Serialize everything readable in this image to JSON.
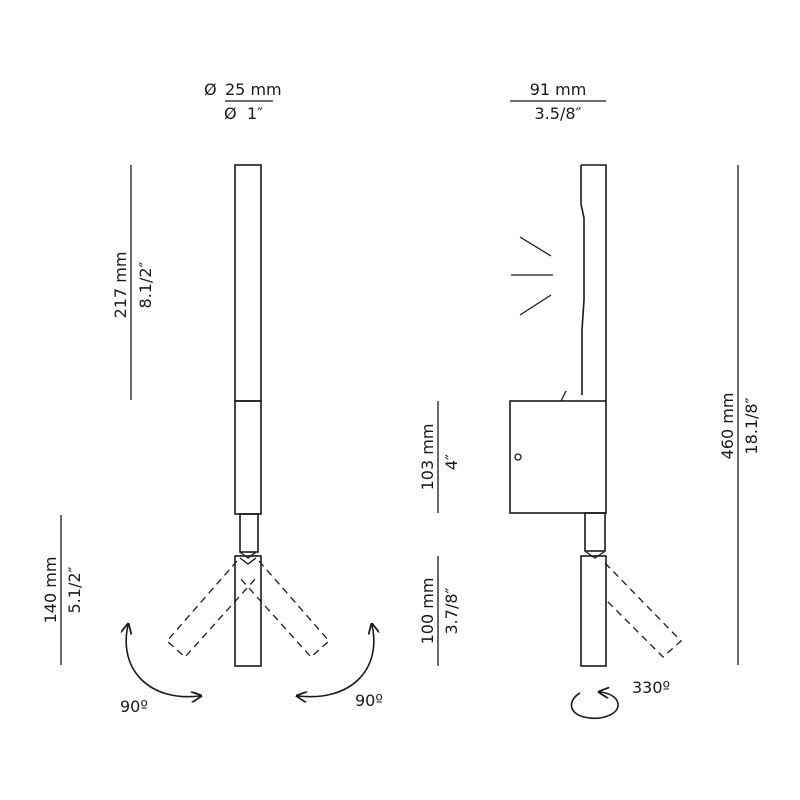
{
  "front_view": {
    "diameter_metric": "25 mm",
    "diameter_imperial": "1″",
    "diameter_symbol": "Ø",
    "height_upper_metric": "217 mm",
    "height_upper_imperial": "8.1/2″",
    "height_lower_metric": "140 mm",
    "height_lower_imperial": "5.1/2″",
    "rotation_left": "90º",
    "rotation_right": "90º"
  },
  "side_view": {
    "depth_metric": "91 mm",
    "depth_imperial": "3.5/8″",
    "box_height_metric": "103 mm",
    "box_height_imperial": "4″",
    "head_height_metric": "100 mm",
    "head_height_imperial": "3.7/8″",
    "total_height_metric": "460 mm",
    "total_height_imperial": "18.1/8″",
    "rotation": "330º"
  },
  "icons": [
    "rotation-arrow-left-icon",
    "rotation-arrow-right-icon",
    "rotation-circle-icon",
    "light-rays-icon"
  ]
}
